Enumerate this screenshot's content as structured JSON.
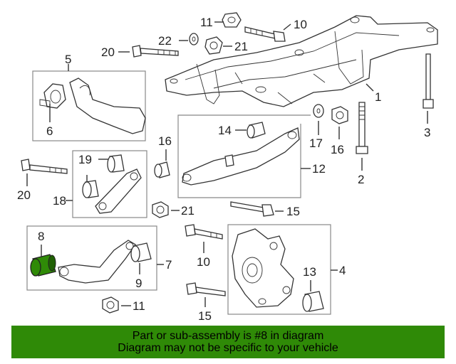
{
  "callouts": {
    "c1": "1",
    "c2": "2",
    "c3": "3",
    "c4": "4",
    "c5": "5",
    "c6": "6",
    "c7": "7",
    "c8": "8",
    "c9": "9",
    "c10a": "10",
    "c10b": "10",
    "c11a": "11",
    "c11b": "11",
    "c12": "12",
    "c13": "13",
    "c14": "14",
    "c15a": "15",
    "c15b": "15",
    "c16a": "16",
    "c16b": "16",
    "c17": "17",
    "c18": "18",
    "c19": "19",
    "c20a": "20",
    "c20b": "20",
    "c21a": "21",
    "c21b": "21",
    "c22": "22"
  },
  "highlight": {
    "part_number": "8",
    "color": "#2f8a07"
  },
  "banner": {
    "line1": "Part or sub-assembly is #8 in diagram",
    "line2": "Diagram may not be specific to your vehicle",
    "color": "#2f8a07"
  }
}
